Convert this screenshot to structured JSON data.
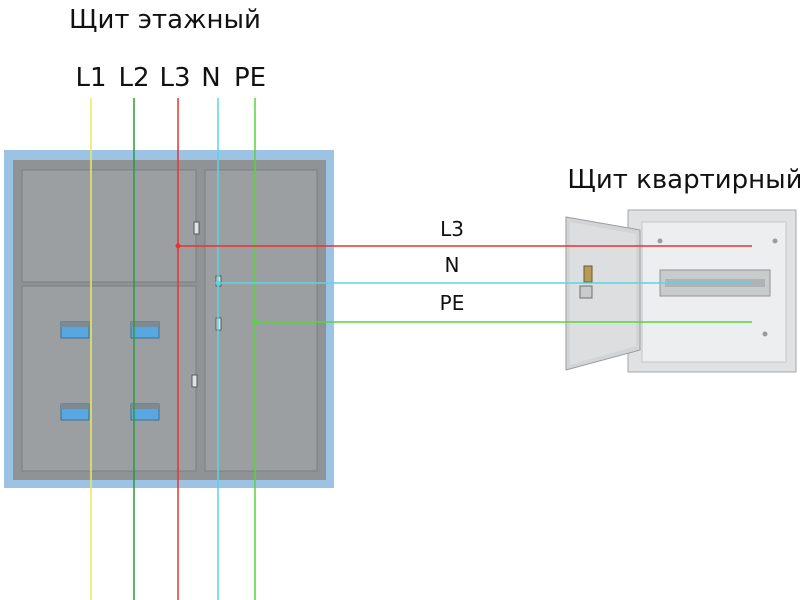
{
  "floor_panel": {
    "title": "Щит этажный",
    "phase_labels": [
      "L1",
      "L2",
      "L3",
      "N",
      "PE"
    ]
  },
  "apartment_panel": {
    "title": "Щит квартирный"
  },
  "connections": [
    {
      "label": "L3",
      "color": "#e8342f"
    },
    {
      "label": "N",
      "color": "#5ad6e0"
    },
    {
      "label": "PE",
      "color": "#57d63a"
    }
  ],
  "wire_colors": {
    "L1": "#e9ea5a",
    "L2": "#2f9a3a",
    "L3": "#e8342f",
    "N": "#5ad6e0",
    "PE": "#57d63a"
  }
}
